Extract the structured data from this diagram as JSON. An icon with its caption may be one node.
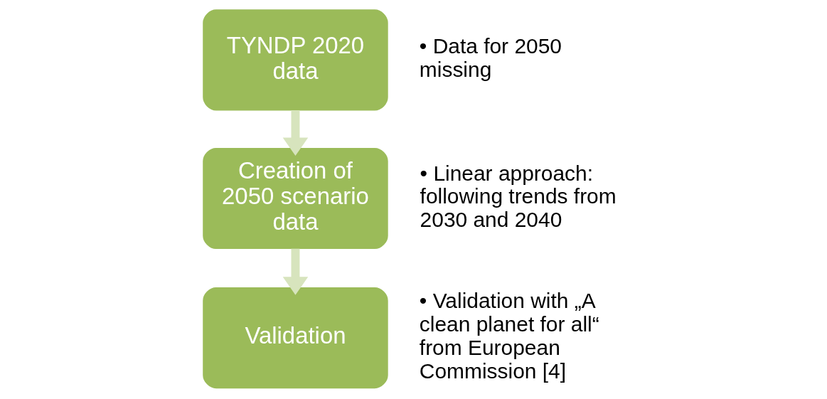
{
  "diagram": {
    "nodes": [
      {
        "text": [
          "TYNDP 2020 data"
        ],
        "beside": [
          "• Data for 2050 missing"
        ]
      },
      {
        "text": [
          "Creation of 2050 scenario data"
        ],
        "beside": [
          "• Linear approach: following trends from 2030 and 2040"
        ]
      },
      {
        "text": [
          "Validation"
        ],
        "beside": [
          "• Validation with „A clean planet for all“ from European Commission [4]"
        ]
      }
    ],
    "edges": [
      {
        "from": 0,
        "to": 1,
        "arrow": "to"
      },
      {
        "from": 1,
        "to": 2,
        "arrow": "to"
      }
    ]
  }
}
